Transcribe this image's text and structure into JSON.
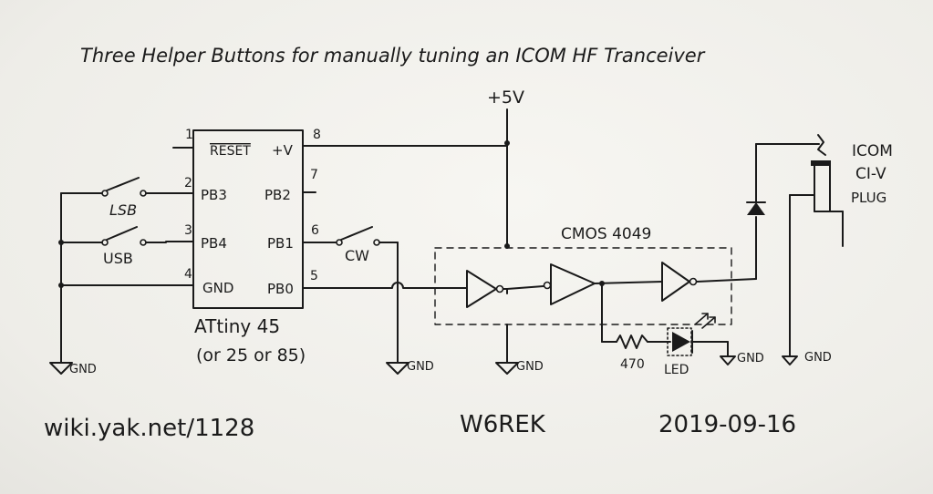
{
  "title": "Three Helper Buttons for manually tuning an ICOM HF Tranceiver",
  "supply_label": "+5V",
  "mcu": {
    "name": "ATtiny 45",
    "variants": "(or 25 or 85)",
    "pins": [
      {
        "num": "1",
        "name": "RESET"
      },
      {
        "num": "8",
        "name": "+V"
      },
      {
        "num": "2",
        "name": "PB3"
      },
      {
        "num": "7",
        "name": "PB2"
      },
      {
        "num": "3",
        "name": "PB4"
      },
      {
        "num": "6",
        "name": "PB1"
      },
      {
        "num": "4",
        "name": "GND"
      },
      {
        "num": "5",
        "name": "PB0"
      }
    ]
  },
  "switches": {
    "lsb": "LSB",
    "usb": "USB",
    "cw": "CW"
  },
  "buffer_chip": "CMOS 4049",
  "resistor": "470",
  "led": "LED",
  "plug": {
    "line1": "ICOM",
    "line2": "CI-V",
    "line3": "PLUG"
  },
  "ground_labels": [
    "GND",
    "GND",
    "GND",
    "GND",
    "GND"
  ],
  "footer": {
    "url": "wiki.yak.net/1128",
    "callsign": "W6REK",
    "date": "2019-09-16"
  }
}
